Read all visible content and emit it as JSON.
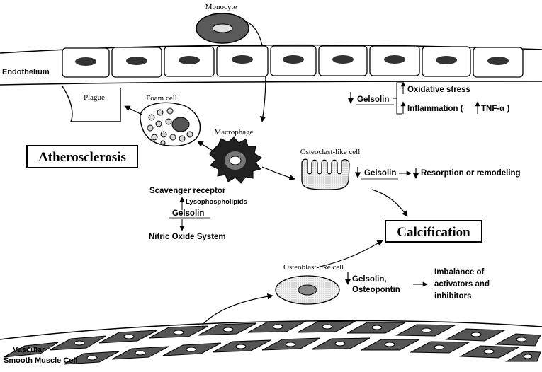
{
  "labels": {
    "monocyte": "Monocyte",
    "endothelium": "Endothelium",
    "plague": "Plague",
    "foam_cell": "Foam cell",
    "macrophage": "Macrophage",
    "atherosclerosis": "Atherosclerosis",
    "osteoclast_like_cell": "Osteoclast-like cell",
    "scavenger_receptor": "Scavenger receptor",
    "lysophospholipids": "Lysophospholipids",
    "gelsolin_macrophage": "Gelsolin",
    "nitric_oxide_system": "Nitric Oxide System",
    "gelsolin_endothelium": "Gelsolin",
    "oxidative_stress": "Oxidative stress",
    "inflammation": "Inflammation (",
    "tnf_alpha": "TNF-α )",
    "gelsolin_osteoclast": "Gelsolin",
    "resorption_or_remodeling": "Resorption or remodeling",
    "calcification": "Calcification",
    "osteoblast_like_cell": "Osteoblast-like cell",
    "gelsolin_osteoblast": "Gelsolin,",
    "osteopontin": "Osteopontin",
    "imbalance_line1": "Imbalance of",
    "imbalance_line2": "activators and",
    "imbalance_line3": "inhibitors",
    "vascular_line1": "Vascular",
    "vascular_line2": "Smooth Muscle Cell"
  },
  "colors": {
    "line": "#000000",
    "cell_dark": "#555555",
    "nucleus": "#333333",
    "osteoclast_fill": "#e8e8e8",
    "osteoblast_fill": "#e6e6e6"
  }
}
